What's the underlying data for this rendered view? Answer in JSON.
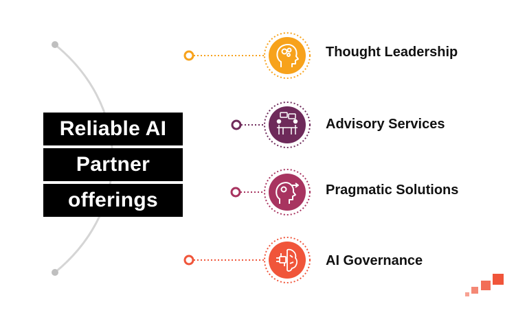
{
  "title": {
    "lines": [
      "Reliable AI",
      "Partner",
      "offerings"
    ]
  },
  "items": [
    {
      "label": "Thought Leadership",
      "icon": "head-gears-icon",
      "color": "#F7A21B"
    },
    {
      "label": "Advisory Services",
      "icon": "meeting-table-icon",
      "color": "#6E2A5A"
    },
    {
      "label": "Pragmatic Solutions",
      "icon": "head-arrow-icon",
      "color": "#A83460"
    },
    {
      "label": "AI Governance",
      "icon": "brain-chip-icon",
      "color": "#F0553A"
    }
  ],
  "colors": {
    "arc": "#D5D5D5",
    "dot": "#BFBFBF",
    "logo": "#F0553A"
  },
  "logo": {
    "icon": "pixel-blocks-logo"
  }
}
